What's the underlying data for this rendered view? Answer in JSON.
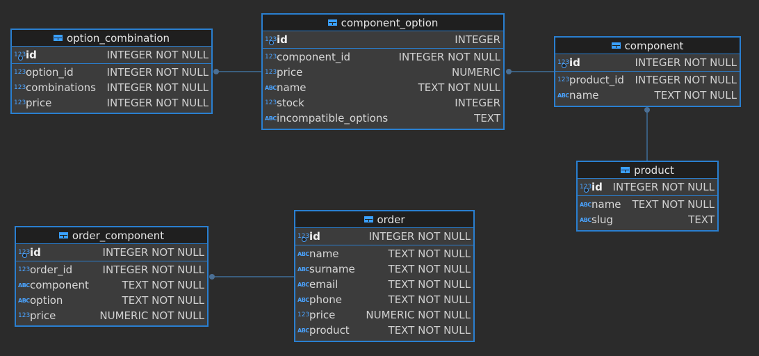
{
  "tables": {
    "option_combination": {
      "title": "option_combination",
      "pk": {
        "icon": "123",
        "name": "id",
        "type": "INTEGER NOT NULL"
      },
      "columns": [
        {
          "icon": "123",
          "name": "option_id",
          "type": "INTEGER NOT NULL"
        },
        {
          "icon": "123",
          "name": "combinations",
          "type": "INTEGER NOT NULL"
        },
        {
          "icon": "123",
          "name": "price",
          "type": "INTEGER NOT NULL"
        }
      ]
    },
    "component_option": {
      "title": "component_option",
      "pk": {
        "icon": "123",
        "name": "id",
        "type": "INTEGER"
      },
      "columns": [
        {
          "icon": "123",
          "name": "component_id",
          "type": "INTEGER NOT NULL"
        },
        {
          "icon": "123",
          "name": "price",
          "type": "NUMERIC"
        },
        {
          "icon": "ABC",
          "name": "name",
          "type": "TEXT NOT NULL"
        },
        {
          "icon": "123",
          "name": "stock",
          "type": "INTEGER"
        },
        {
          "icon": "ABC",
          "name": "incompatible_options",
          "type": "TEXT"
        }
      ]
    },
    "component": {
      "title": "component",
      "pk": {
        "icon": "123",
        "name": "id",
        "type": "INTEGER NOT NULL"
      },
      "columns": [
        {
          "icon": "123",
          "name": "product_id",
          "type": "INTEGER NOT NULL"
        },
        {
          "icon": "ABC",
          "name": "name",
          "type": "TEXT NOT NULL"
        }
      ]
    },
    "product": {
      "title": "product",
      "pk": {
        "icon": "123",
        "name": "id",
        "type": "INTEGER NOT NULL"
      },
      "columns": [
        {
          "icon": "ABC",
          "name": "name",
          "type": "TEXT NOT NULL"
        },
        {
          "icon": "ABC",
          "name": "slug",
          "type": "TEXT"
        }
      ]
    },
    "order_component": {
      "title": "order_component",
      "pk": {
        "icon": "123",
        "name": "id",
        "type": "INTEGER NOT NULL"
      },
      "columns": [
        {
          "icon": "123",
          "name": "order_id",
          "type": "INTEGER NOT NULL"
        },
        {
          "icon": "ABC",
          "name": "component",
          "type": "TEXT NOT NULL"
        },
        {
          "icon": "ABC",
          "name": "option",
          "type": "TEXT NOT NULL"
        },
        {
          "icon": "123",
          "name": "price",
          "type": "NUMERIC NOT NULL"
        }
      ]
    },
    "order": {
      "title": "order",
      "pk": {
        "icon": "123",
        "name": "id",
        "type": "INTEGER NOT NULL"
      },
      "columns": [
        {
          "icon": "ABC",
          "name": "name",
          "type": "TEXT NOT NULL"
        },
        {
          "icon": "ABC",
          "name": "surname",
          "type": "TEXT NOT NULL"
        },
        {
          "icon": "ABC",
          "name": "email",
          "type": "TEXT NOT NULL"
        },
        {
          "icon": "ABC",
          "name": "phone",
          "type": "TEXT NOT NULL"
        },
        {
          "icon": "123",
          "name": "price",
          "type": "NUMERIC NOT NULL"
        },
        {
          "icon": "ABC",
          "name": "product",
          "type": "TEXT NOT NULL"
        }
      ]
    }
  },
  "colors": {
    "background": "#2b2b2b",
    "border": "#2a7fd0",
    "icon": "#4aa3ff",
    "link": "#3f6f9a"
  }
}
